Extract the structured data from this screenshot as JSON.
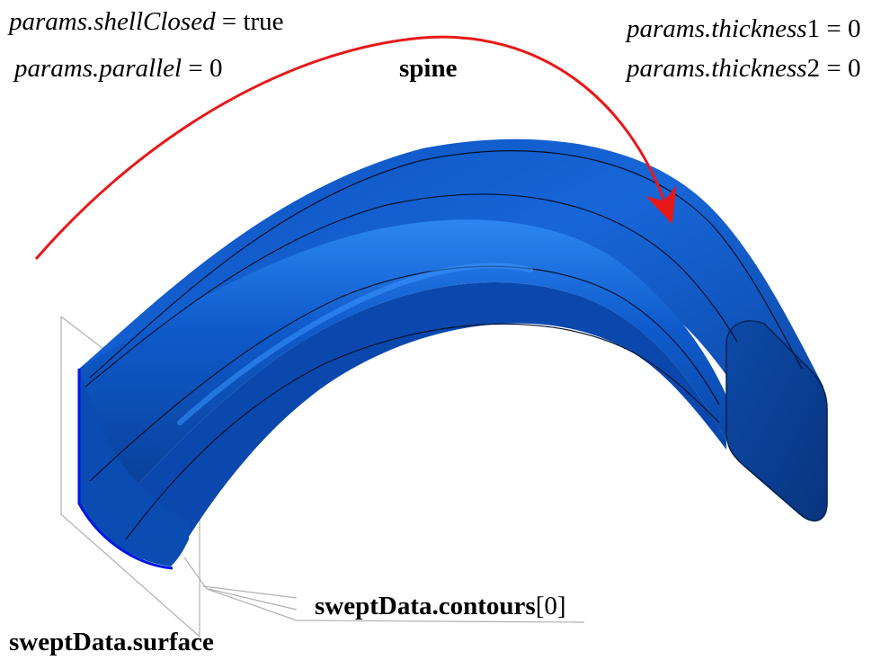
{
  "labels": {
    "shell_closed": {
      "name": "params.shellClosed",
      "eq": " = ",
      "value": "true"
    },
    "parallel": {
      "name": "params.parallel",
      "eq": " = ",
      "value": "0"
    },
    "thickness1": {
      "name": "params.thickness",
      "index": "1",
      "eq": " = ",
      "value": "0"
    },
    "thickness2": {
      "name": "params.thickness",
      "index": "2",
      "eq": " = ",
      "value": "0"
    },
    "spine": "spine",
    "contours": {
      "name": "sweptData.contours",
      "index": "[0]"
    },
    "surface": "sweptData.surface"
  },
  "colors": {
    "body_dark": "#0a3d8f",
    "body_mid": "#0b50b8",
    "body_light": "#1a6ee0",
    "highlight": "#2f86f0",
    "spine_arrow": "#e81818",
    "edge_line": "#000000",
    "plane_line": "#b0b0b0"
  }
}
